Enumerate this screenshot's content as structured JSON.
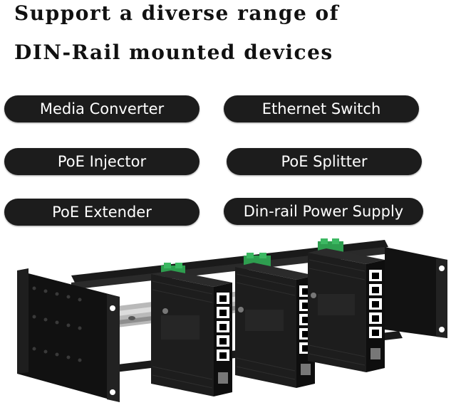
{
  "headline": {
    "line1": "Support a diverse range of",
    "line2": "DIN-Rail mounted devices"
  },
  "device_types": [
    "Media Converter",
    "Ethernet Switch",
    "PoE Injector",
    "PoE Splitter",
    "PoE Extender",
    "Din-rail Power Supply"
  ],
  "colors": {
    "pill_background": "#1c1c1c",
    "pill_text": "#ffffff",
    "rack_metal": "#151515",
    "terminal_block": "#2e9e4f"
  },
  "illustration": {
    "description_icon": "rack-mount-with-three-din-rail-switches"
  }
}
